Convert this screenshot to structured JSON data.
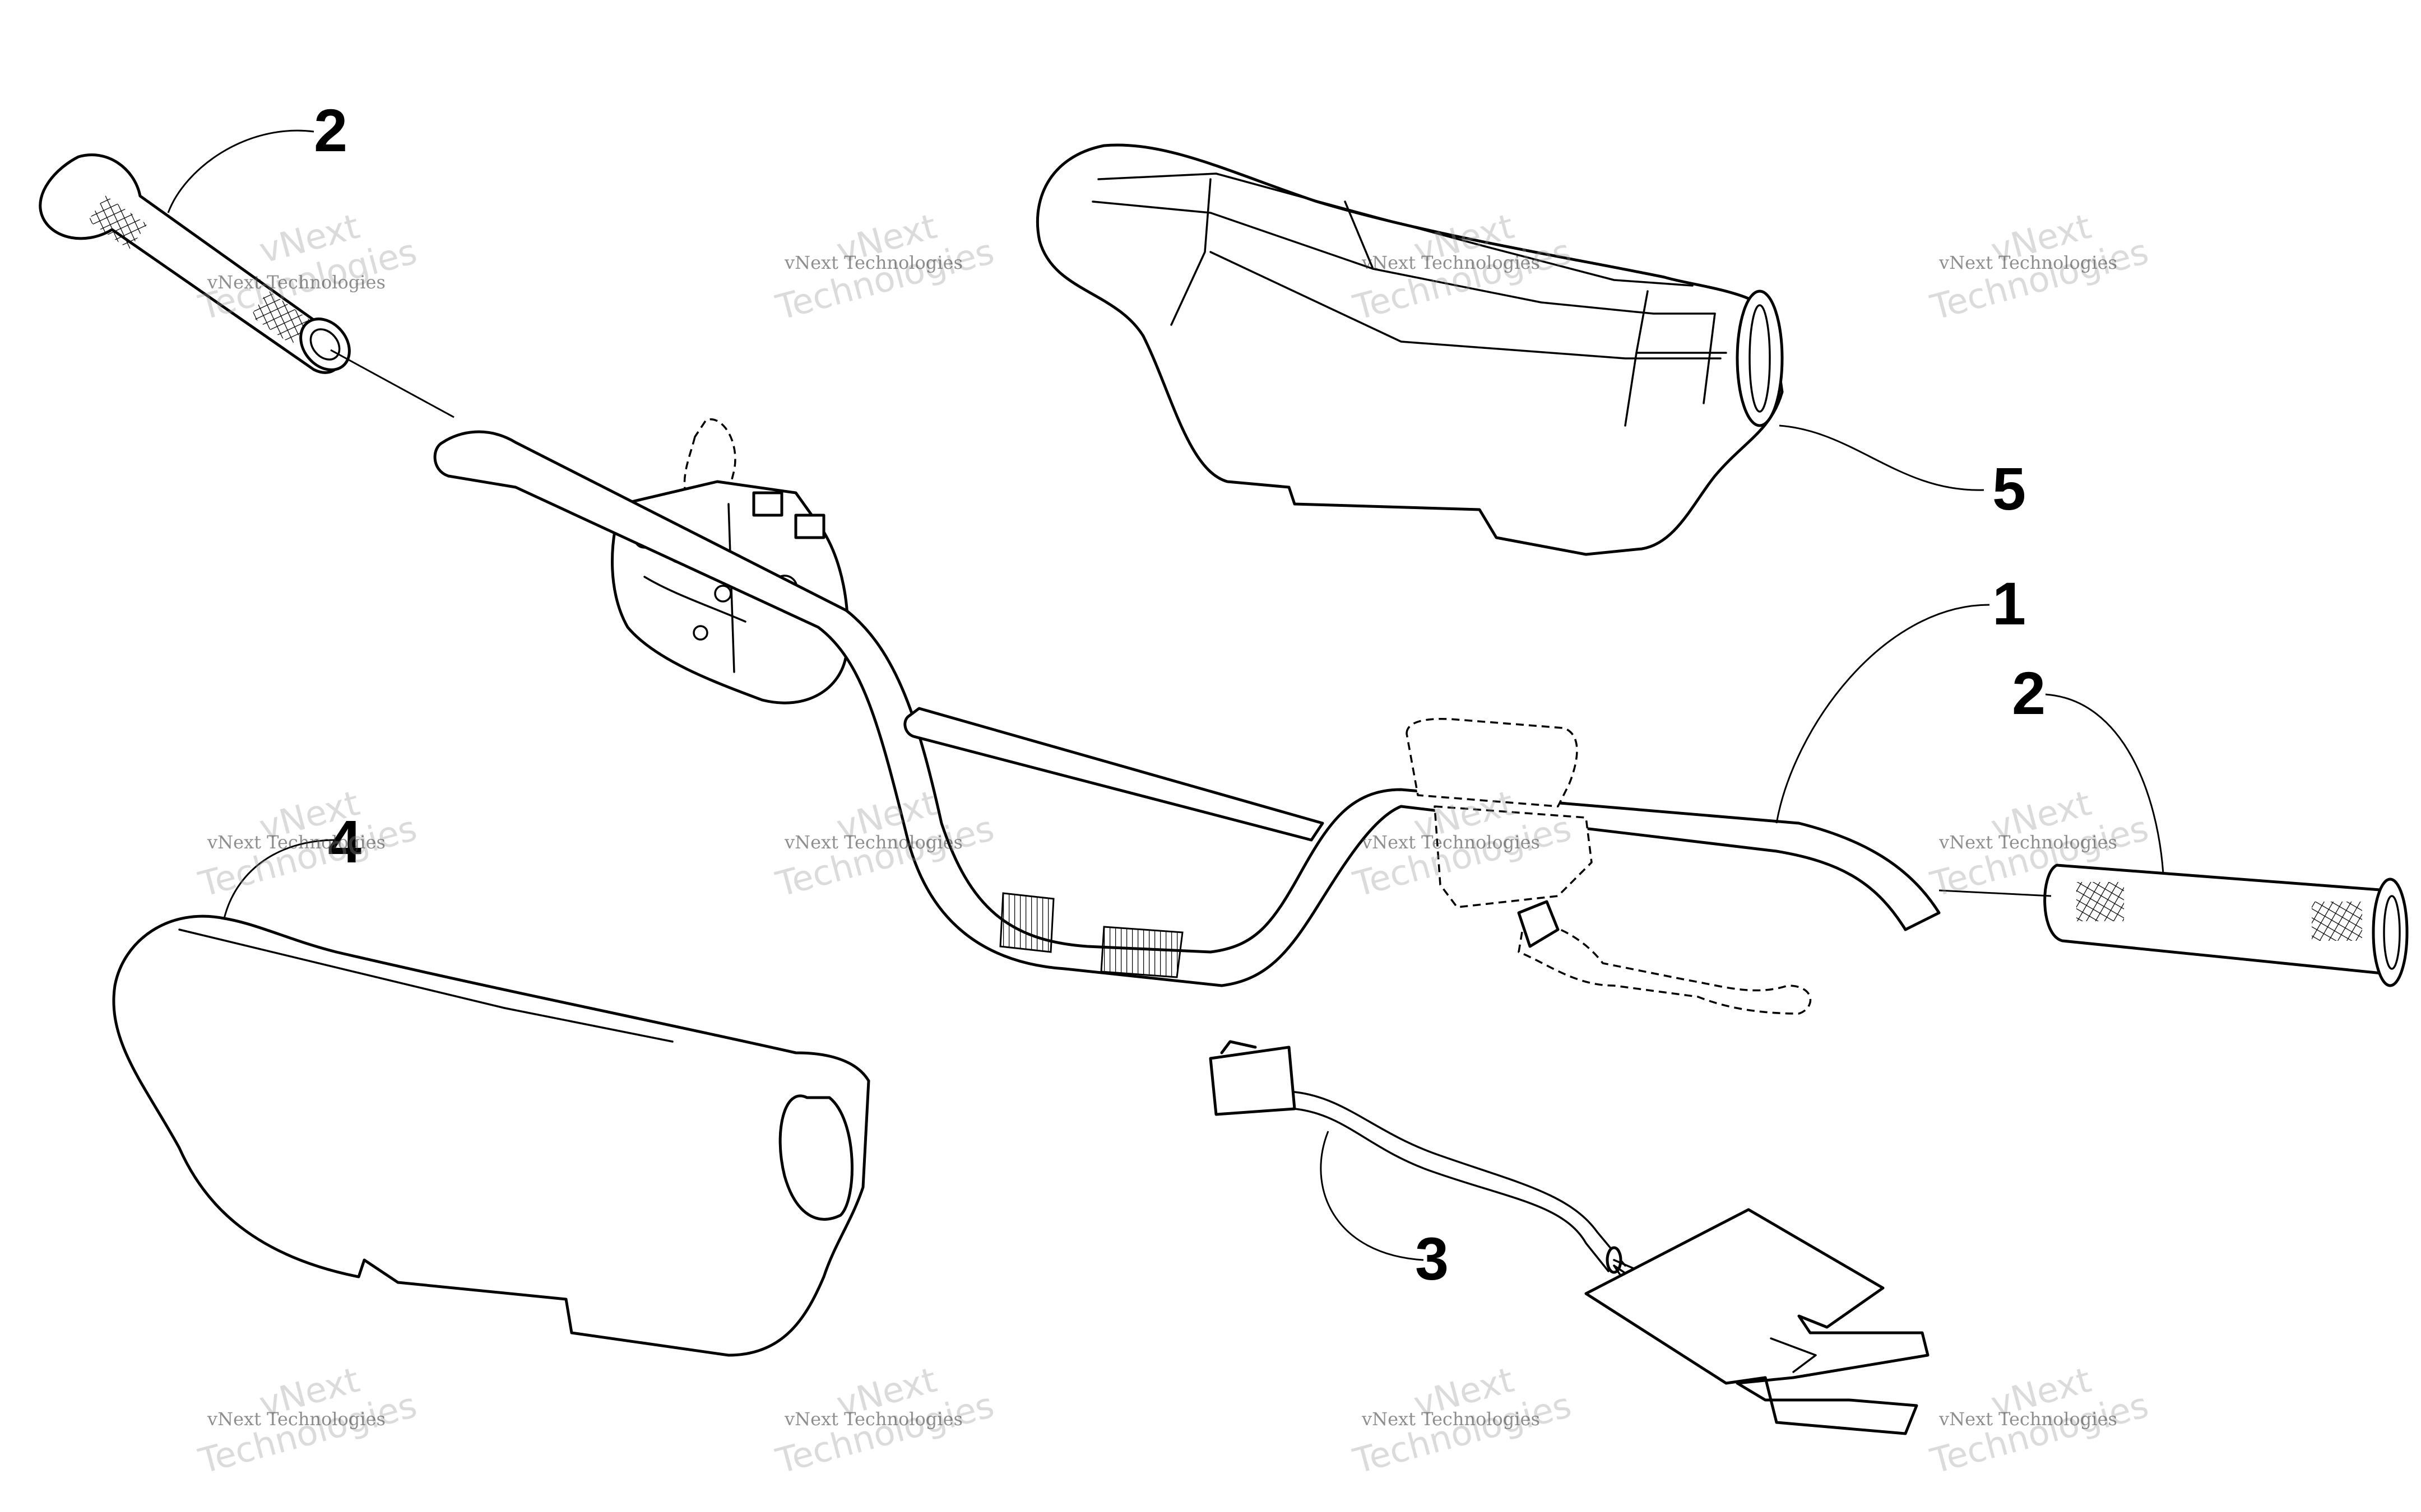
{
  "callouts": {
    "handlebar": "1",
    "grip_left": "2",
    "grip_right": "2",
    "harness": "3",
    "pad_lower": "4",
    "pad_upper": "5"
  },
  "watermark": {
    "line1": "vNext",
    "line2": "vNext Technologies",
    "line3": "Technologies"
  }
}
